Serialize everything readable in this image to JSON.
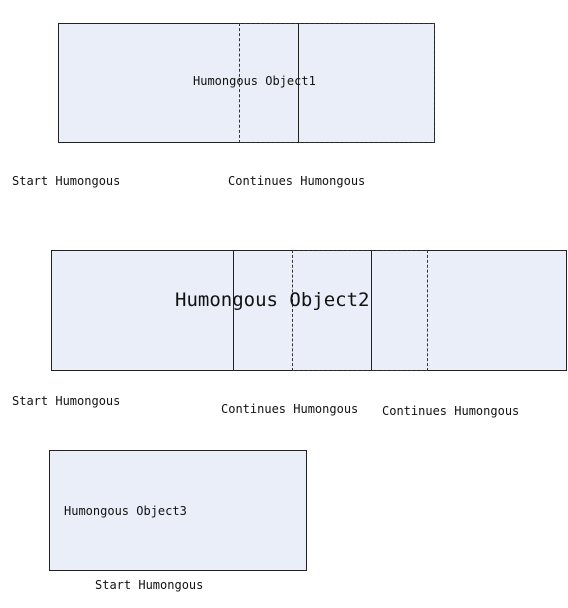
{
  "objects": [
    {
      "name": "Humongous Object1",
      "labels": [
        "Start Humongous",
        "Continues Humongous"
      ]
    },
    {
      "name": "Humongous Object2",
      "labels": [
        "Start Humongous",
        "Continues Humongous",
        "Continues Humongous"
      ]
    },
    {
      "name": "Humongous Object3",
      "labels": [
        "Start Humongous"
      ]
    }
  ],
  "colors": {
    "region_fill": "#eaeef8",
    "border": "#222222"
  }
}
